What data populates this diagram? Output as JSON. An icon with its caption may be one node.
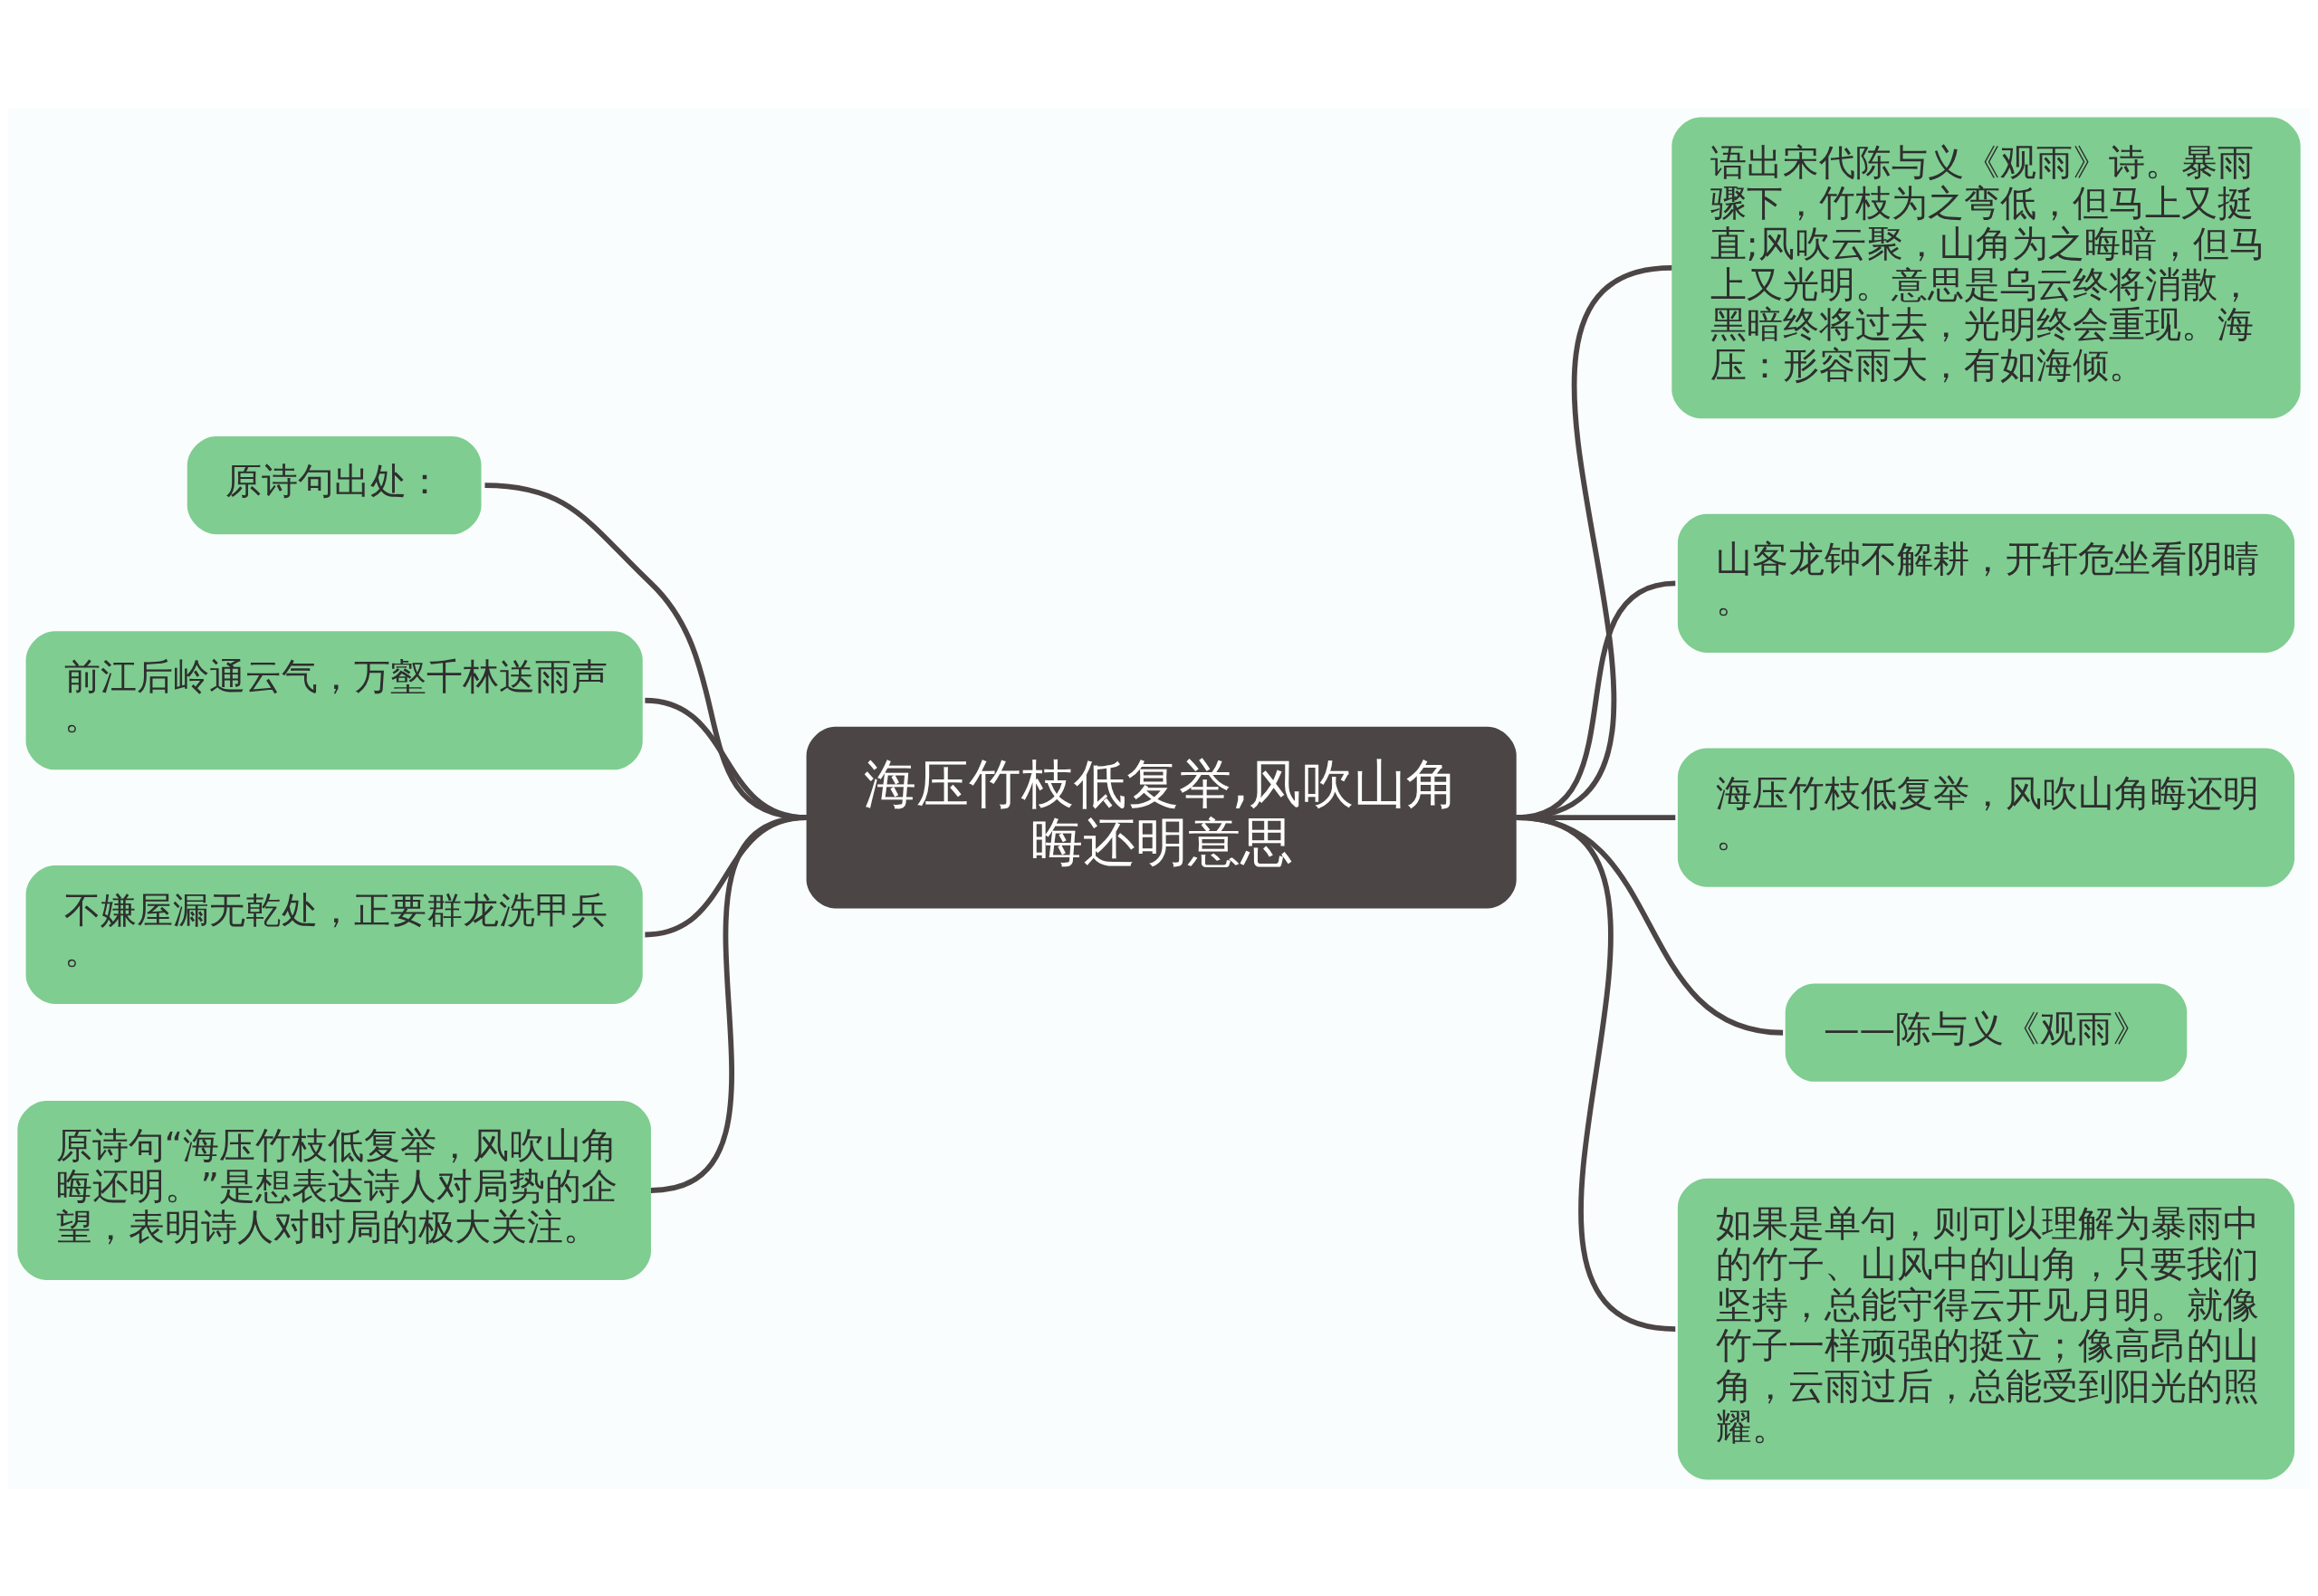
{
  "diagram": {
    "nodes": [
      {
        "text": [
          "海压竹枝低复举,风吹山角晦还明意思"
        ]
      },
      {
        "text": [
          "原诗句出处："
        ]
      },
      {
        "text": [
          "前江后岭通云气，万壑千林送雨声。"
        ]
      },
      {
        "text": [
          "不嫌屋漏无乾处，正要群龙洗甲兵。"
        ]
      },
      {
        "text": [
          "原诗句“海压竹枝低复举，风吹山角晦还明。”是想表达诗人对局势的企望，表明诗人对时局的极大关注。"
        ]
      },
      {
        "text": [
          "语出宋代陈与义《观雨》诗。暴雨骤下，竹枝为之弯低，但马上又挺直;风吹云聚，山角为之晦暗，但马上又光明。意思是乌云终将消散，黑暗终将过去，光明终会重现。海压：形容雨大，有如海倾。"
        ]
      },
      {
        "text": [
          "山客龙钟不解耕，开轩危坐看阴晴。"
        ]
      },
      {
        "text": [
          "海压竹枝低复举，风吹山角晦还明。"
        ]
      },
      {
        "text": [
          "——陈与义《观雨》"
        ]
      },
      {
        "text": [
          "如果是单句，则可以理解为暴雨中的竹子、山风中的山角，只要我们坚持，总能守得云开见月明。就像竹子一样顽强的挺立；像高昂的山角，云雨过后，总能受到阳光的照耀。"
        ]
      }
    ],
    "edges": [
      {
        "from": 0,
        "to": 1,
        "arrow": "none"
      },
      {
        "from": 0,
        "to": 2,
        "arrow": "none"
      },
      {
        "from": 0,
        "to": 3,
        "arrow": "none"
      },
      {
        "from": 0,
        "to": 4,
        "arrow": "none"
      },
      {
        "from": 0,
        "to": 5,
        "arrow": "none"
      },
      {
        "from": 0,
        "to": 6,
        "arrow": "none"
      },
      {
        "from": 0,
        "to": 7,
        "arrow": "none"
      },
      {
        "from": 0,
        "to": 8,
        "arrow": "none"
      },
      {
        "from": 0,
        "to": 9,
        "arrow": "none"
      }
    ]
  }
}
